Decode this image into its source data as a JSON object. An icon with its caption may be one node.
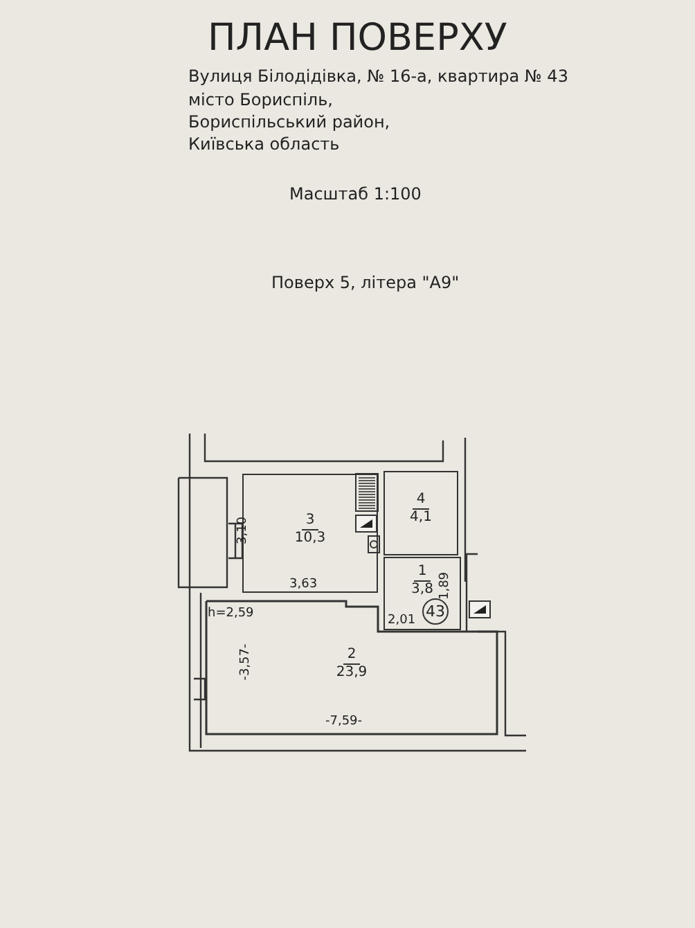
{
  "diagram": {
    "title": "ПЛАН ПОВЕРХУ",
    "nodes": [
      {
        "text": [
          "3",
          "10,3"
        ]
      },
      {
        "text": [
          "4",
          "4,1"
        ]
      },
      {
        "text": [
          "1",
          "3,8"
        ]
      },
      {
        "text": [
          "43"
        ],
        "in": 2
      },
      {
        "text": [
          "2",
          "23,9"
        ]
      }
    ],
    "labels": [
      "Вулиця Білодідівка, № 16-а, квартира № 43",
      "місто Бориспіль,",
      "Бориспільський район,",
      "Київська область",
      "Масштаб 1:100",
      "Поверх 5, літера \"А9\"",
      "3,10",
      "3,63",
      "h=2,59",
      "1,89",
      "2,01",
      "-3,57-",
      "-7,59-"
    ]
  }
}
